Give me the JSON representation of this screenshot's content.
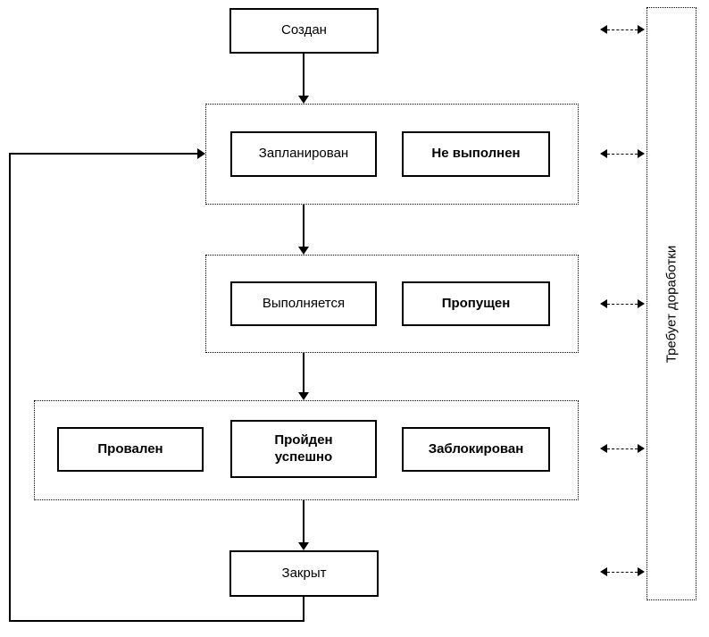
{
  "diagram": {
    "type": "state-flowchart",
    "nodes": {
      "created": "Создан",
      "planned": "Запланирован",
      "not_executed": "Не выполнен",
      "in_progress": "Выполняется",
      "skipped": "Пропущен",
      "failed": "Провален",
      "passed": "Пройден успешно",
      "blocked": "Заблокирован",
      "closed": "Закрыт",
      "needs_rework": "Требует доработки"
    },
    "colors": {
      "line": "#000000",
      "background": "#ffffff",
      "box_fill": "#ffffff"
    },
    "edges": [
      "created -> planned-group",
      "planned-group -> in-progress-group",
      "in-progress-group -> result-group",
      "result-group -> closed",
      "closed -> planned-group (loop)",
      "needs_rework <-> created",
      "needs_rework <-> planned-group",
      "needs_rework <-> in-progress-group",
      "needs_rework <-> result-group",
      "needs_rework <-> closed"
    ]
  }
}
